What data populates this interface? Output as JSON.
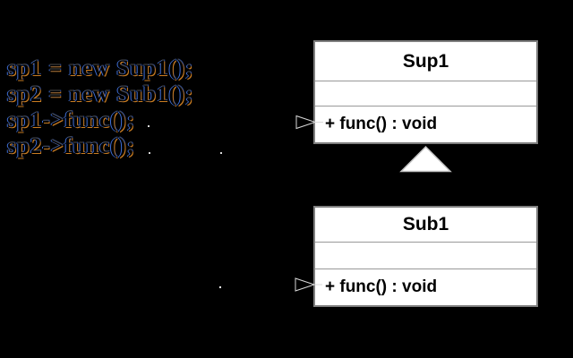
{
  "canvas": {
    "background": "#000000"
  },
  "code_panel": {
    "lines": [
      "sp1 = new Sup1();",
      "sp2 = new Sub1();",
      "sp1->func();",
      "sp2->func();"
    ]
  },
  "diagram": {
    "type": "uml-class-diagram",
    "classes": [
      {
        "name": "Sup1",
        "attributes": "",
        "operations": "+ func() : void"
      },
      {
        "name": "Sub1",
        "attributes": "",
        "operations": "+ func() : void"
      }
    ],
    "relationship": "Sub1 inherits from Sup1 (hollow triangle generalization arrow)",
    "colors": {
      "background": "#000000",
      "box_fill": "#ffffff",
      "box_border": "#7f7f7f",
      "compartment_divider": "#999999",
      "label_text": "#000000",
      "triangle_fill": "#ffffff",
      "triangle_border": "#bfbfbf",
      "pointer_stroke": "#d9d9d9"
    }
  }
}
